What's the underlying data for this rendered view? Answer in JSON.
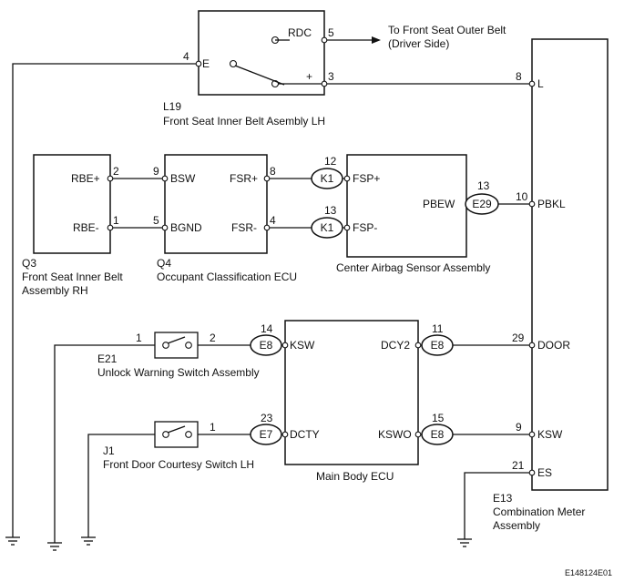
{
  "components": {
    "l19": {
      "ref": "L19",
      "name": "Front Seat Inner Belt Asembly LH",
      "pins": {
        "rdc": "RDC",
        "plus": "+",
        "e": "E"
      },
      "pin_nums": {
        "rdc": "5",
        "plus": "3",
        "e": "4"
      }
    },
    "outer_belt": {
      "line1": "To Front Seat Outer Belt",
      "line2": "(Driver Side)"
    },
    "q3": {
      "ref": "Q3",
      "name_line1": "Front Seat Inner Belt",
      "name_line2": "Assembly RH",
      "pins": {
        "rbe_plus": "RBE+",
        "rbe_minus": "RBE-"
      },
      "pin_nums": {
        "rbe_plus": "2",
        "rbe_minus": "1"
      }
    },
    "q4": {
      "ref": "Q4",
      "name": "Occupant Classification ECU",
      "pins": {
        "bsw": "BSW",
        "bgnd": "BGND",
        "fsr_plus": "FSR+",
        "fsr_minus": "FSR-"
      },
      "pin_nums": {
        "bsw": "9",
        "bgnd": "5",
        "fsr_plus": "8",
        "fsr_minus": "4"
      }
    },
    "airbag": {
      "name": "Center Airbag Sensor Assembly",
      "pins": {
        "fsp_plus": "FSP+",
        "fsp_minus": "FSP-",
        "pbew": "PBEW"
      },
      "pin_nums": {
        "fsp_plus": "12",
        "fsp_minus": "13",
        "pbew": "13"
      }
    },
    "e21": {
      "ref": "E21",
      "name": "Unlock Warning Switch Assembly",
      "pin_nums": {
        "left": "1",
        "right": "2"
      }
    },
    "j1": {
      "ref": "J1",
      "name": "Front Door Courtesy Switch LH",
      "pin_nums": {
        "right": "1"
      }
    },
    "main_ecu": {
      "name": "Main Body ECU",
      "pins": {
        "ksw": "KSW",
        "dcty": "DCTY",
        "dcy2": "DCY2",
        "kswo": "KSWO"
      },
      "pin_nums": {
        "ksw": "14",
        "dcty": "23",
        "dcy2": "11",
        "kswo": "15"
      }
    },
    "e13": {
      "ref": "E13",
      "name_line1": "Combination Meter",
      "name_line2": "Assembly",
      "pins": {
        "l": "L",
        "pbkl": "PBKL",
        "door": "DOOR",
        "ksw": "KSW",
        "es": "ES"
      },
      "pin_nums": {
        "l": "8",
        "pbkl": "10",
        "door": "29",
        "ksw": "9",
        "es": "21"
      }
    }
  },
  "connectors": {
    "k1_a": "K1",
    "k1_b": "K1",
    "e29": "E29",
    "e8_a": "E8",
    "e8_b": "E8",
    "e8_c": "E8",
    "e7": "E7"
  },
  "figure_code": "E148124E01"
}
